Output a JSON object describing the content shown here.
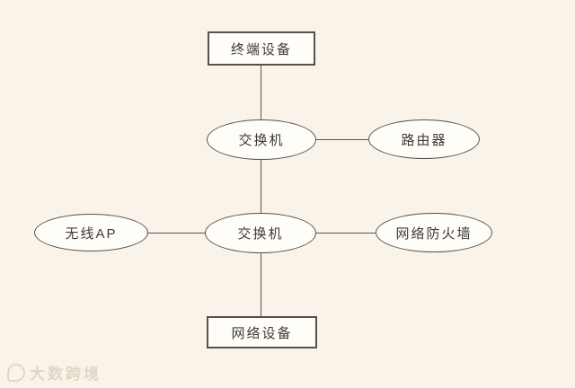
{
  "diagram": {
    "nodes": [
      {
        "id": "terminal-device",
        "shape": "rect",
        "label": "终端设备"
      },
      {
        "id": "switch-top",
        "shape": "ellipse",
        "label": "交换机"
      },
      {
        "id": "router",
        "shape": "ellipse",
        "label": "路由器"
      },
      {
        "id": "wireless-ap",
        "shape": "ellipse",
        "label": "无线AP"
      },
      {
        "id": "switch-mid",
        "shape": "ellipse",
        "label": "交换机"
      },
      {
        "id": "network-firewall",
        "shape": "ellipse",
        "label": "网络防火墙"
      },
      {
        "id": "network-device",
        "shape": "rect",
        "label": "网络设备"
      }
    ],
    "edges": [
      {
        "from": "terminal-device",
        "to": "switch-top"
      },
      {
        "from": "switch-top",
        "to": "router"
      },
      {
        "from": "switch-top",
        "to": "switch-mid"
      },
      {
        "from": "wireless-ap",
        "to": "switch-mid"
      },
      {
        "from": "switch-mid",
        "to": "network-firewall"
      },
      {
        "from": "switch-mid",
        "to": "network-device"
      }
    ]
  },
  "watermark": {
    "text": "大数跨境"
  },
  "colors": {
    "background": "#faf3ea",
    "node_fill": "#fffdf7",
    "stroke": "#55524b",
    "text": "#3e3b35",
    "watermark": "#c4b499"
  }
}
